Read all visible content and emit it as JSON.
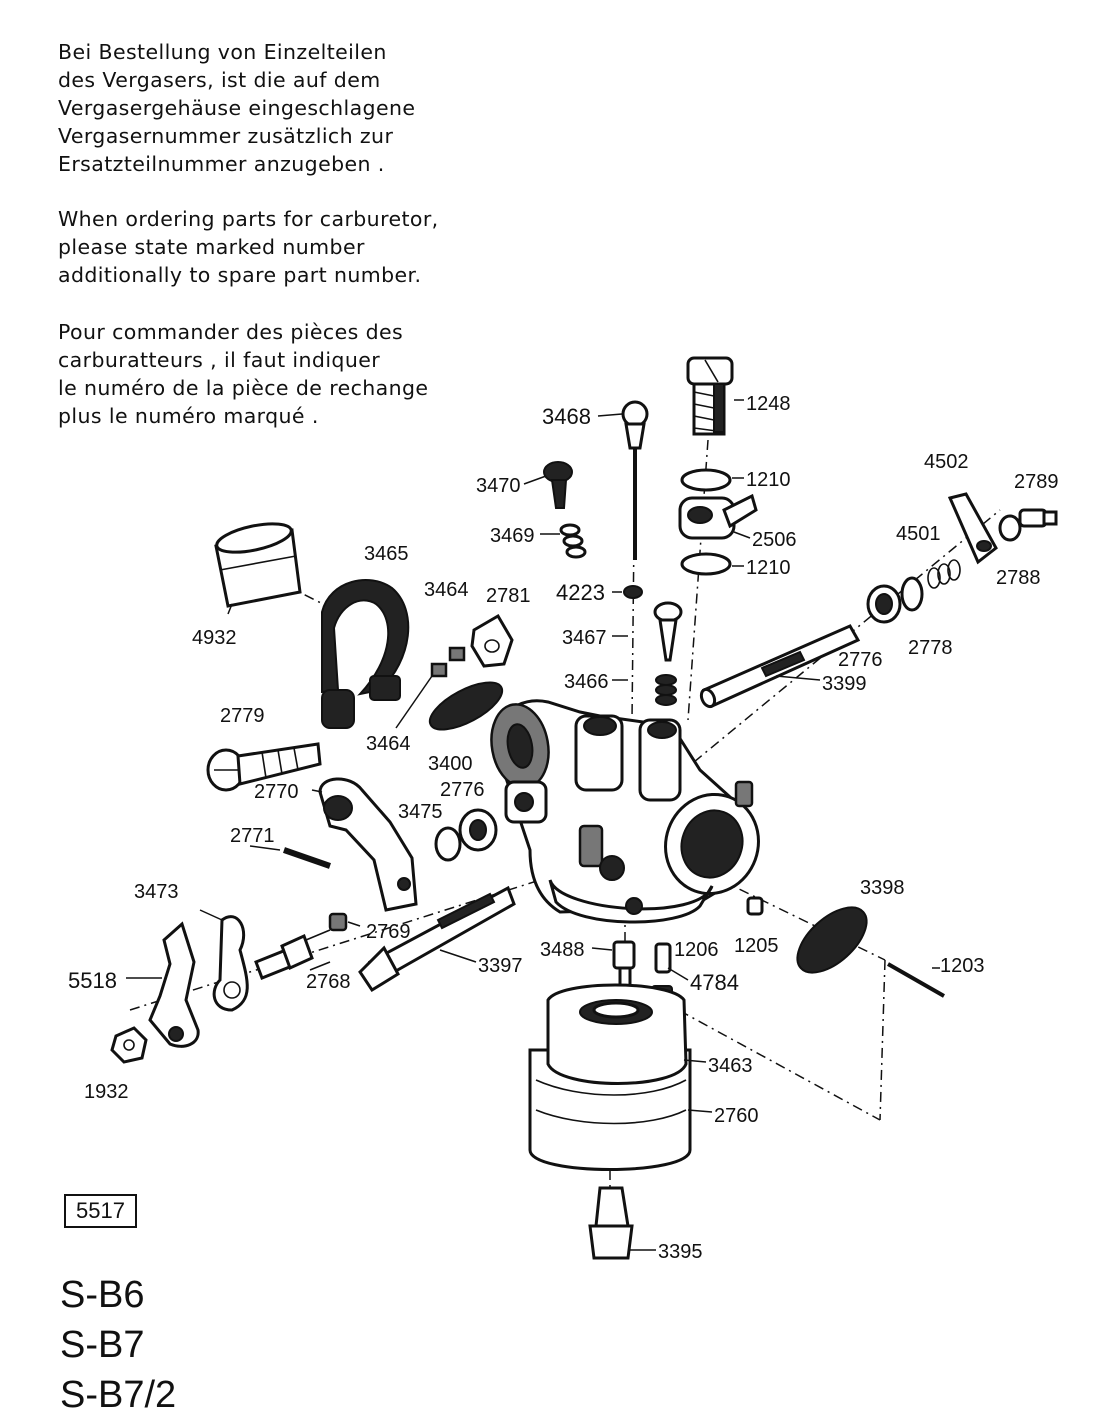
{
  "notes": {
    "german": [
      "Bei Bestellung von Einzelteilen",
      "des Vergasers, ist die auf dem",
      "Vergasergehäuse eingeschlagene",
      "Vergasernummer zusätzlich zur",
      "Ersatzteilnummer anzugeben ."
    ],
    "english": [
      "When ordering parts for carburetor,",
      "please state marked number",
      "additionally to spare part number."
    ],
    "french": [
      "Pour commander des pièces des",
      "carburatteurs , il faut indiquer",
      "le numéro de la pièce de rechange",
      "plus le numéro marqué ."
    ]
  },
  "part_labels": {
    "p1248": "1248",
    "p3468": "3468",
    "p1210a": "1210",
    "p3470": "3470",
    "p2506": "2506",
    "p1210b": "1210",
    "p3469": "3469",
    "p4502": "4502",
    "p2789": "2789",
    "p4501": "4501",
    "p2788": "2788",
    "p3465": "3465",
    "p4932": "4932",
    "p3464a": "3464",
    "p2781": "2781",
    "p4223": "4223",
    "p3467": "3467",
    "p3466": "3466",
    "p2776a": "2776",
    "p2778": "2778",
    "p3399": "3399",
    "p2779": "2779",
    "p3464b": "3464",
    "p3400": "3400",
    "p2770": "2770",
    "p3475": "3475",
    "p2776b": "2776",
    "p2771": "2771",
    "p3473": "3473",
    "p2769": "2769",
    "p3398": "3398",
    "p5518": "5518",
    "p2768": "2768",
    "p3397": "3397",
    "p3488": "3488",
    "p1206": "1206",
    "p1205": "1205",
    "p4784": "4784",
    "p1203": "1203",
    "p1932": "1932",
    "p3463": "3463",
    "p2760": "2760",
    "p3395": "3395"
  },
  "boxed_number": "5517",
  "models": [
    "S-B6",
    "S-B7",
    "S-B7/2"
  ]
}
